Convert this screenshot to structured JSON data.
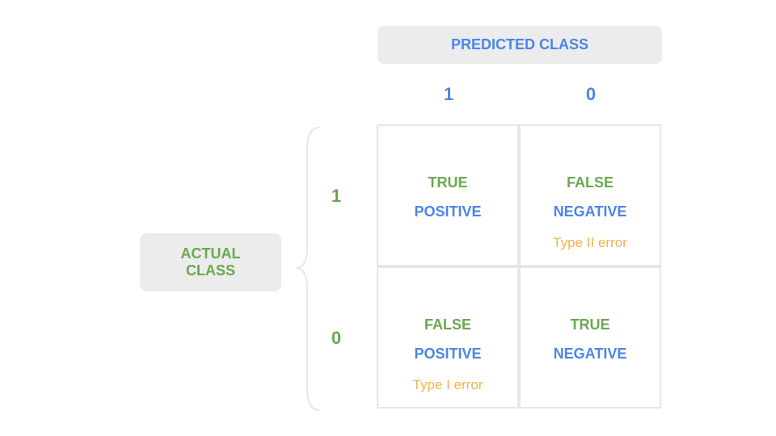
{
  "predicted_header": "PREDICTED CLASS",
  "actual_header": [
    "ACTUAL",
    "CLASS"
  ],
  "columns": [
    "1",
    "0"
  ],
  "rows": [
    "1",
    "0"
  ],
  "cells": {
    "tp": {
      "line1": "TRUE",
      "line2": "POSITIVE",
      "note": ""
    },
    "fn": {
      "line1": "FALSE",
      "line2": "NEGATIVE",
      "note": "Type II error"
    },
    "fp": {
      "line1": "FALSE",
      "line2": "POSITIVE",
      "note": "Type I error"
    },
    "tn": {
      "line1": "TRUE",
      "line2": "NEGATIVE",
      "note": ""
    }
  },
  "colors": {
    "predicted": "#4a86e8",
    "actual": "#6aa84f",
    "error_note": "#f6b14a",
    "grid": "#e6e6e6",
    "pill_bg": "#ececec"
  }
}
